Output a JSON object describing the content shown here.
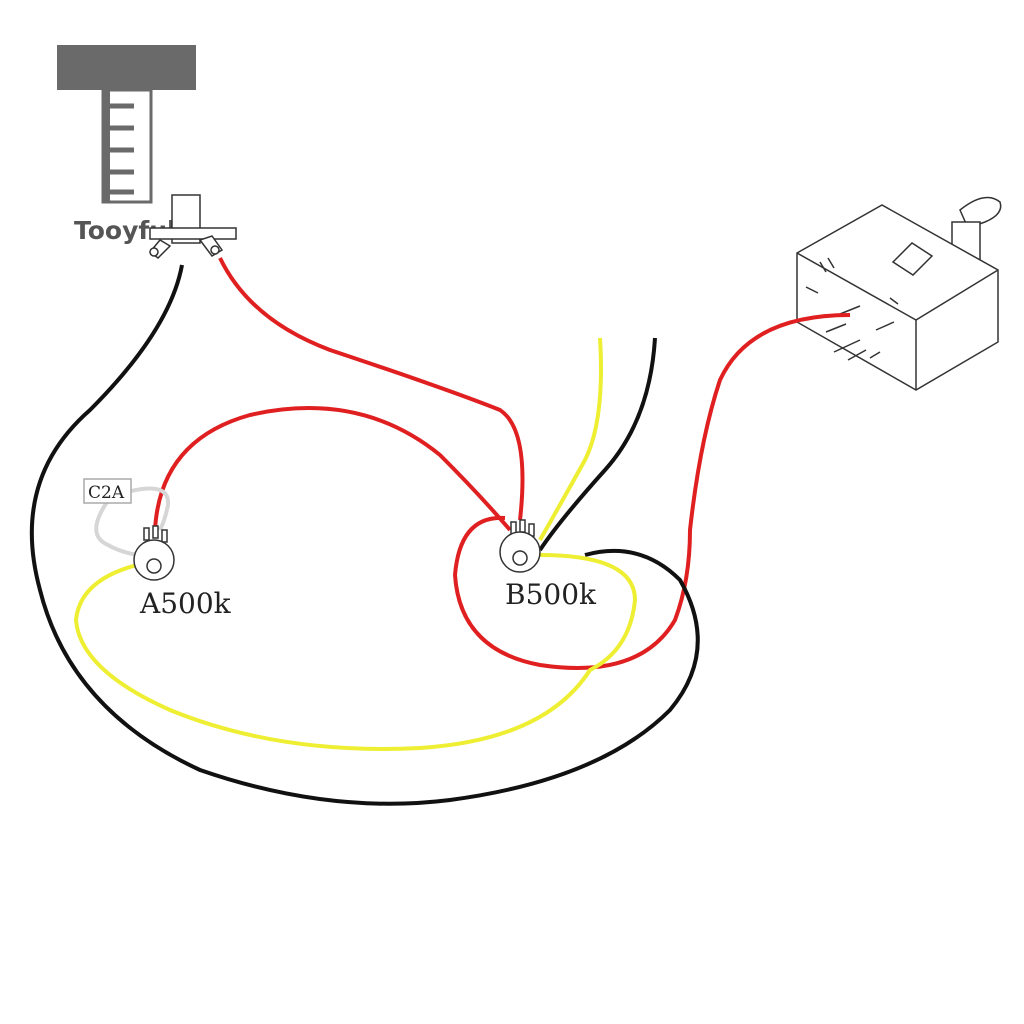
{
  "brand": {
    "name": "Tooyful",
    "color": "#555555"
  },
  "components": {
    "pot_volume_label": "A500k",
    "pot_tone_label": "B500k",
    "capacitor_label": "C2A"
  },
  "wire_colors": {
    "red": "#e02020",
    "black": "#111111",
    "yellow": "#eeee33",
    "white": "#d6d6d6"
  },
  "icons": [
    "brand-logo-icon",
    "output-jack-icon",
    "toggle-switch-icon",
    "potentiometer-icon",
    "capacitor-icon"
  ]
}
